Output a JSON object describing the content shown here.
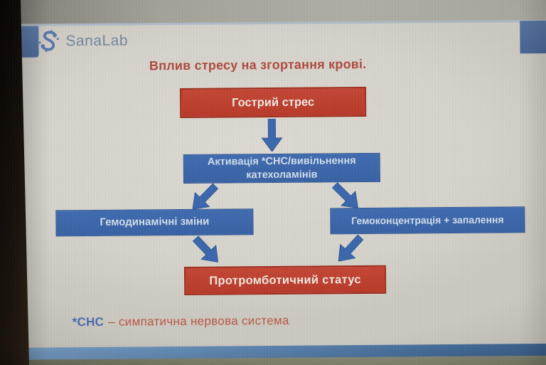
{
  "logo": {
    "brand": "SanaLab",
    "icon": "molecule-s-icon",
    "brand_color": "#75869f",
    "icon_color": "#5a77ad"
  },
  "slide": {
    "title": "Вплив стресу на згортання крові.",
    "title_color": "#b04a3e",
    "background_color": "#d7d5cd",
    "accent_bar_color": "#4f6e9d",
    "footnote": {
      "term": "*СНС",
      "definition": "– симпатична нервова система",
      "term_color": "#4a6cb2",
      "definition_color": "#b95949"
    },
    "flowchart": {
      "type": "flowchart",
      "node_colors": {
        "red": "#bd3e2d",
        "blue": "#3c67ab"
      },
      "arrow_color": "#3c68ae",
      "nodes": [
        {
          "id": "acute-stress",
          "label": "Гострий стрес",
          "color": "red"
        },
        {
          "id": "sns-activation",
          "label": "Активація *СНС/вивільнення катехоламінів",
          "color": "blue"
        },
        {
          "id": "hemodynamic-changes",
          "label": "Гемодинамічні зміни",
          "color": "blue"
        },
        {
          "id": "hemoconcentration-inflammation",
          "label": "Гемоконцентрація + запалення",
          "color": "blue"
        },
        {
          "id": "prothrombotic-status",
          "label": "Протромботичний статус",
          "color": "red"
        }
      ],
      "edges": [
        {
          "from": "acute-stress",
          "to": "sns-activation"
        },
        {
          "from": "sns-activation",
          "to": "hemodynamic-changes"
        },
        {
          "from": "sns-activation",
          "to": "hemoconcentration-inflammation"
        },
        {
          "from": "hemodynamic-changes",
          "to": "prothrombotic-status"
        },
        {
          "from": "hemoconcentration-inflammation",
          "to": "prothrombotic-status"
        }
      ]
    }
  }
}
